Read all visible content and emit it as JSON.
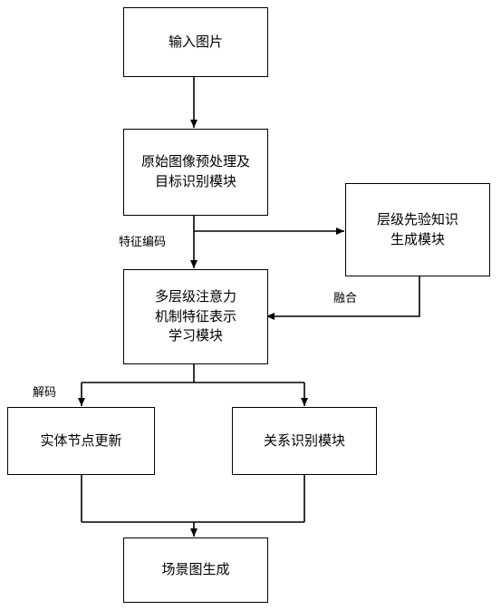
{
  "nodes": {
    "input": "输入图片",
    "preprocess": "原始图像预处理及\n目标识别模块",
    "prior": "层级先验知识\n生成模块",
    "attention": "多层级注意力\n机制特征表示\n学习模块",
    "entity": "实体节点更新",
    "relation": "关系识别模块",
    "scene": "场景图生成"
  },
  "labels": {
    "encode": "特征编码",
    "fuse": "融合",
    "decode": "解码"
  }
}
